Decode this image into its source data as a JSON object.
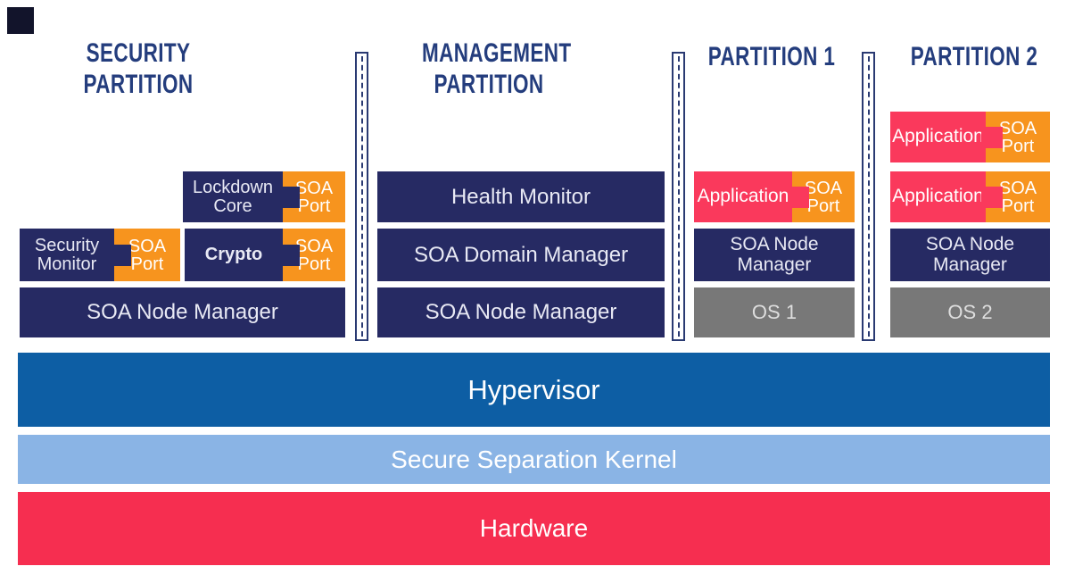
{
  "partitions": {
    "security": {
      "title_line1": "SECURITY",
      "title_line2": "PARTITION",
      "lockdown": {
        "label": "Lockdown Core",
        "port": "SOA Port"
      },
      "monitor": {
        "label": "Security Monitor",
        "port": "SOA Port"
      },
      "crypto": {
        "label": "Crypto",
        "port": "SOA Port"
      },
      "node_manager": "SOA Node Manager"
    },
    "management": {
      "title_line1": "MANAGEMENT",
      "title_line2": "PARTITION",
      "health_monitor": "Health Monitor",
      "domain_manager": "SOA Domain Manager",
      "node_manager": "SOA Node Manager"
    },
    "partition1": {
      "title": "PARTITION 1",
      "application": {
        "label": "Application",
        "port": "SOA Port"
      },
      "node_manager": "SOA Node Manager",
      "os": "OS 1"
    },
    "partition2": {
      "title": "PARTITION 2",
      "application1": {
        "label": "Application",
        "port": "SOA Port"
      },
      "application2": {
        "label": "Application",
        "port": "SOA Port"
      },
      "node_manager": "SOA Node Manager",
      "os": "OS 2"
    }
  },
  "layers": {
    "hypervisor": "Hypervisor",
    "kernel": "Secure Separation Kernel",
    "hardware": "Hardware"
  },
  "colors": {
    "block_navy": "#262a63",
    "soa_port_orange": "#f7941e",
    "application_red": "#fa395c",
    "os_gray": "#787878",
    "title_navy": "#243d7d",
    "hypervisor_blue": "#0d5ea4",
    "kernel_light_blue": "#8ab4e5",
    "hardware_red": "#f62e50"
  }
}
